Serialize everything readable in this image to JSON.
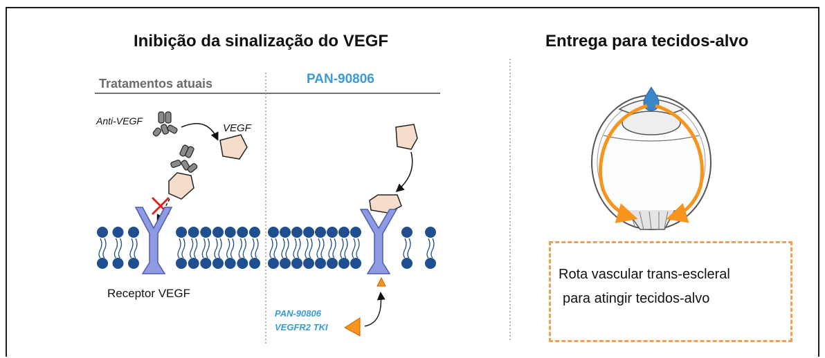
{
  "left_panel": {
    "title": "Inibição da sinalização do VEGF",
    "column_current": "Tratamentos atuais",
    "column_pan": "PAN-90806",
    "label_anti_vegf": "Anti-VEGF",
    "label_vegf": "VEGF",
    "label_receptor": "Receptor VEGF",
    "label_tki_line1": "PAN-90806",
    "label_tki_line2": "VEGFR2 TKI"
  },
  "right_panel": {
    "title": "Entrega para tecidos-alvo",
    "route_line1": "Rota vascular trans-escleral",
    "route_line2": "para atingir tecidos-alvo"
  },
  "colors": {
    "pan_blue": "#3a9bd6",
    "membrane_blue": "#1f4f8f",
    "receptor_blue": "#8f9be0",
    "ligand_fill": "#f6dcca",
    "arrow_orange": "#f7941d",
    "inhibit_red": "#e02020"
  },
  "icons": [
    "antibody-icon",
    "vegf-ligand-icon",
    "receptor-icon",
    "tki-triangle-icon",
    "eye-icon",
    "droplet-icon"
  ]
}
